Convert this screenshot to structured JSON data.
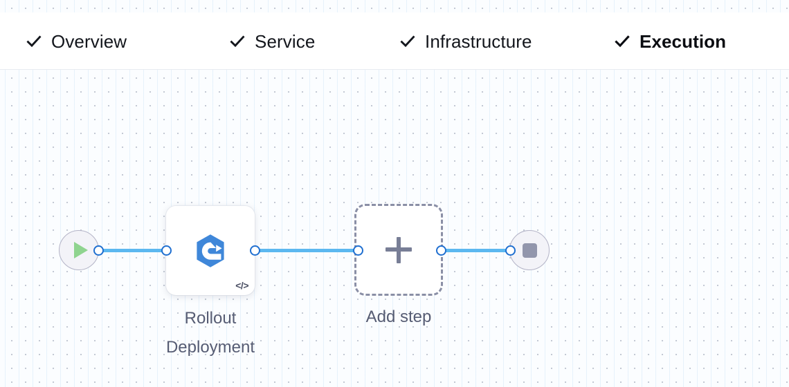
{
  "theme": {
    "accent_blue": "#337ab7",
    "edge_blue": "#5cb8f0",
    "port_blue": "#1f6fd0",
    "node_icon_blue": "#3f87d9",
    "label_gray": "#565c73",
    "dashed_gray": "#8a8fa6",
    "terminal_fill": "#f3f3f8",
    "terminal_border": "#b3b3c6",
    "play_green": "#8fd48f",
    "stop_gray": "#9296ac",
    "canvas_bg": "#fbfdff",
    "grid_dot": "#c3c9d4"
  },
  "tabs": [
    {
      "id": "overview",
      "label": "Overview",
      "icon": "check-icon",
      "complete": true,
      "active": false
    },
    {
      "id": "service",
      "label": "Service",
      "icon": "check-icon",
      "complete": true,
      "active": false
    },
    {
      "id": "infrastructure",
      "label": "Infrastructure",
      "icon": "check-icon",
      "complete": true,
      "active": false
    },
    {
      "id": "execution",
      "label": "Execution",
      "icon": "check-icon",
      "complete": true,
      "active": true
    }
  ],
  "pipeline": {
    "nodes": [
      {
        "id": "start",
        "type": "start-terminal",
        "icon": "play-icon",
        "label": ""
      },
      {
        "id": "rollout",
        "type": "step-card",
        "icon": "rollout-deployment-icon",
        "badge_icon": "code-icon",
        "label": "Rollout\nDeployment"
      },
      {
        "id": "addstep",
        "type": "add-placeholder",
        "icon": "plus-icon",
        "label": "Add step"
      },
      {
        "id": "end",
        "type": "end-terminal",
        "icon": "stop-icon",
        "label": ""
      }
    ],
    "edges": [
      {
        "id": "edge-start-rollout",
        "from": "start",
        "to": "rollout"
      },
      {
        "id": "edge-rollout-addstep",
        "from": "rollout",
        "to": "addstep"
      },
      {
        "id": "edge-addstep-end",
        "from": "addstep",
        "to": "end"
      }
    ],
    "ports": [
      {
        "id": "port-start-out",
        "node": "start",
        "side": "out"
      },
      {
        "id": "port-rollout-in",
        "node": "rollout",
        "side": "in"
      },
      {
        "id": "port-rollout-out",
        "node": "rollout",
        "side": "out"
      },
      {
        "id": "port-addstep-in",
        "node": "addstep",
        "side": "in"
      },
      {
        "id": "port-addstep-out",
        "node": "addstep",
        "side": "out"
      },
      {
        "id": "port-end-in",
        "node": "end",
        "side": "in"
      }
    ]
  }
}
